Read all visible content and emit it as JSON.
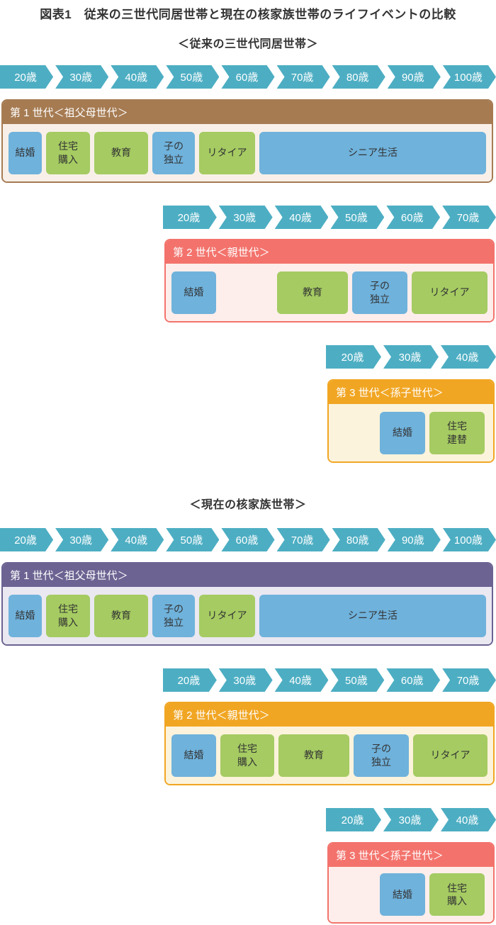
{
  "page": {
    "title": "図表1　従来の三世代同居世帯と現在の核家族世帯のライフイベントの比較"
  },
  "themes": {
    "timeline": "#4DAEC3",
    "text": "#333333",
    "event": {
      "blue": "#6FB2DC",
      "green": "#A5CB62"
    },
    "brown": {
      "header": "#A67B52",
      "body": "#F8F0E8"
    },
    "salmon": {
      "header": "#F3736C",
      "body": "#FDEEEB"
    },
    "orange": {
      "header": "#F1A623",
      "body": "#FBF3DC"
    },
    "purple": {
      "header": "#6C6392",
      "body": "#EAE8F1"
    }
  },
  "sections": [
    {
      "heading": "＜従来の三世代同居世帯＞",
      "generations": [
        {
          "label": "第 1 世代＜祖父母世代＞",
          "ages": [
            "20歳",
            "30歳",
            "40歳",
            "50歳",
            "60歳",
            "70歳",
            "80歳",
            "90歳",
            "100歳"
          ],
          "events": [
            {
              "label": "結婚",
              "type": "blue"
            },
            {
              "label": "住宅\n購入",
              "type": "green"
            },
            {
              "label": "教育",
              "type": "green"
            },
            {
              "label": "子の\n独立",
              "type": "blue"
            },
            {
              "label": "リタイア",
              "type": "green"
            },
            {
              "label": "シニア生活",
              "type": "blue"
            }
          ]
        },
        {
          "label": "第 2 世代＜親世代＞",
          "ages": [
            "20歳",
            "30歳",
            "40歳",
            "50歳",
            "60歳",
            "70歳"
          ],
          "events": [
            {
              "label": "結婚",
              "type": "blue"
            },
            {
              "label": "教育",
              "type": "green"
            },
            {
              "label": "子の\n独立",
              "type": "blue"
            },
            {
              "label": "リタイア",
              "type": "green"
            }
          ]
        },
        {
          "label": "第 3 世代＜孫子世代＞",
          "ages": [
            "20歳",
            "30歳",
            "40歳"
          ],
          "events": [
            {
              "label": "結婚",
              "type": "blue"
            },
            {
              "label": "住宅\n建替",
              "type": "green"
            }
          ]
        }
      ]
    },
    {
      "heading": "＜現在の核家族世帯＞",
      "generations": [
        {
          "label": "第 1 世代＜祖父母世代＞",
          "ages": [
            "20歳",
            "30歳",
            "40歳",
            "50歳",
            "60歳",
            "70歳",
            "80歳",
            "90歳",
            "100歳"
          ],
          "events": [
            {
              "label": "結婚",
              "type": "blue"
            },
            {
              "label": "住宅\n購入",
              "type": "green"
            },
            {
              "label": "教育",
              "type": "green"
            },
            {
              "label": "子の\n独立",
              "type": "blue"
            },
            {
              "label": "リタイア",
              "type": "green"
            },
            {
              "label": "シニア生活",
              "type": "blue"
            }
          ]
        },
        {
          "label": "第 2 世代＜親世代＞",
          "ages": [
            "20歳",
            "30歳",
            "40歳",
            "50歳",
            "60歳",
            "70歳"
          ],
          "events": [
            {
              "label": "結婚",
              "type": "blue"
            },
            {
              "label": "住宅\n購入",
              "type": "green"
            },
            {
              "label": "教育",
              "type": "green"
            },
            {
              "label": "子の\n独立",
              "type": "blue"
            },
            {
              "label": "リタイア",
              "type": "green"
            }
          ]
        },
        {
          "label": "第 3 世代＜孫子世代＞",
          "ages": [
            "20歳",
            "30歳",
            "40歳"
          ],
          "events": [
            {
              "label": "結婚",
              "type": "blue"
            },
            {
              "label": "住宅\n購入",
              "type": "green"
            }
          ]
        }
      ]
    }
  ]
}
